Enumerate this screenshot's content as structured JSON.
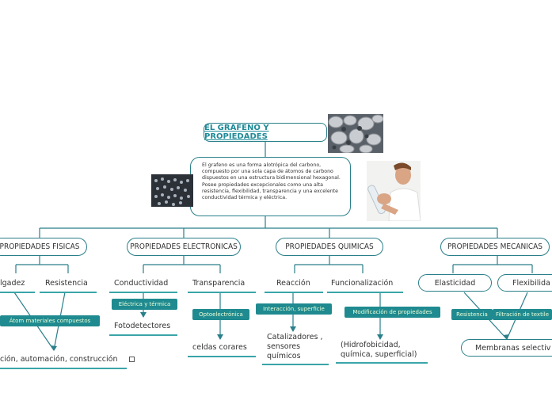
{
  "root": {
    "title": "EL GRAFENO Y PROPIEDADES",
    "description": "El grafeno es una forma alotrópica del carbono, compuesto por una sola capa de átomos de carbono dispuestos en una estructura bidimensional hexagonal. Posee propiedades excepcionales como una alta resistencia, flexibilidad, transparencia y una excelente conductividad térmica y eléctrica."
  },
  "branches": {
    "fisicas": {
      "title": "PROPIEDADES FISICAS",
      "items": [
        "lgadez",
        "Resistencia"
      ],
      "tag": "Átom  materiales compuestos",
      "result": "ción, automación, construcción"
    },
    "electronicas": {
      "title": "PROPIEDADES ELECTRONICAS",
      "items": [
        "Conductividad",
        "Transparencia"
      ],
      "tags": [
        "Eléctrica y térmica",
        "Optoelectrónica"
      ],
      "results": [
        "Fotodetectores",
        "celdas corares"
      ]
    },
    "quimicas": {
      "title": "PROPIEDADES QUIMICAS",
      "items": [
        "Reacción",
        "Funcionalización"
      ],
      "tags": [
        "Interacción, superficie",
        "Modificación de propiedades"
      ],
      "results": [
        "Catalizadores , sensores químicos",
        "(Hidrofobicidad, química, superficial)"
      ]
    },
    "mecanicas": {
      "title": "PROPIEDADES MECANICAS",
      "items": [
        "Elasticidad",
        "Flexibilida"
      ],
      "tags": [
        "Resistencia",
        "Filtración de textile"
      ],
      "result": "Membranas selectiv"
    }
  },
  "colors": {
    "accent": "#2a7f8a",
    "tag_bg": "#1f8a8f",
    "tag_text": "#eaffd9",
    "underline": "#3aa5a8"
  }
}
